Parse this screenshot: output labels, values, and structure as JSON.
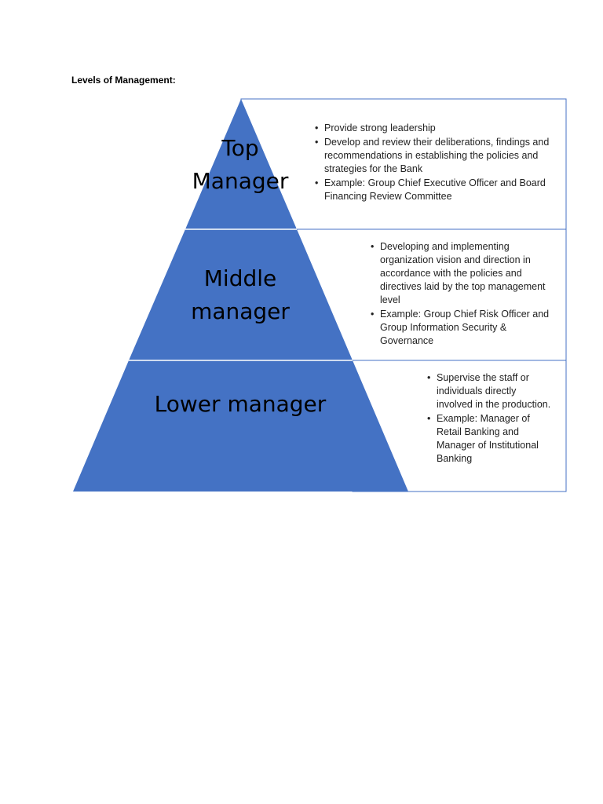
{
  "heading": "Levels of Management:",
  "colors": {
    "pyramid_fill": "#4472C4",
    "box_border": "#4472C4",
    "label_text": "#000000"
  },
  "levels": [
    {
      "label_lines": [
        "Top",
        "Manager"
      ],
      "bullets": [
        "Provide strong leadership",
        "Develop and review their deliberations, findings and recommendations in establishing the policies and strategies for the Bank",
        " Example: Group Chief Executive Officer and Board Financing Review Committee"
      ]
    },
    {
      "label_lines": [
        "Middle",
        "manager"
      ],
      "bullets": [
        "Developing and implementing organization vision and direction in accordance with the policies and directives laid by the top management level",
        "Example: Group Chief Risk Officer and Group Information Security & Governance"
      ]
    },
    {
      "label_lines": [
        "Lower manager"
      ],
      "bullets": [
        "Supervise the staff or individuals directly involved in the production.",
        "Example: Manager of Retail Banking and Manager of Institutional Banking"
      ]
    }
  ]
}
